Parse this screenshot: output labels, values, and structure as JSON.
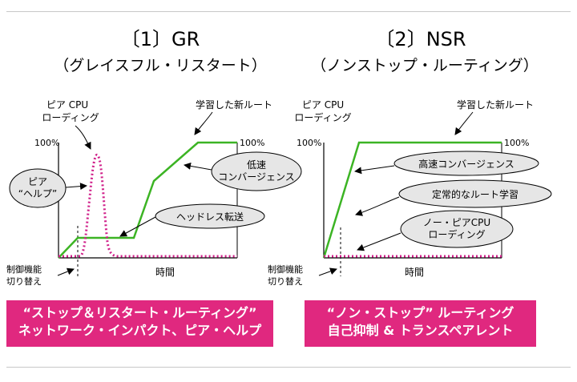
{
  "gr": {
    "title": "〔1〕GR",
    "subtitle": "（グレイスフル・リスタート）",
    "peer_cpu_line1": "ピア CPU",
    "peer_cpu_line2": "ローディング",
    "learned_route": "学習した新ルート",
    "y_max": "100%",
    "peer_help_line1": "ピア",
    "peer_help_line2": "“ヘルプ”",
    "slow_conv_line1": "低速",
    "slow_conv_line2": "コンバージェンス",
    "headless": "ヘッドレス転送",
    "time": "時間",
    "switch_line1": "制御機能",
    "switch_line2": "切り替え",
    "banner_line1": "“ストップ＆リスタート・ルーティング”",
    "banner_line2": "ネットワーク・インパクト、ピア・ヘルプ"
  },
  "nsr": {
    "title": "〔2〕NSR",
    "subtitle": "（ノンストップ・ルーティング）",
    "peer_cpu_line1": "ピア CPU",
    "peer_cpu_line2": "ローディング",
    "learned_route": "学習した新ルート",
    "y_max": "100%",
    "fast_conv": "高速コンバージェンス",
    "steady_learning": "定常的なルート学習",
    "no_peer_line1": "ノー・ピアCPU",
    "no_peer_line2": "ローディング",
    "time": "時間",
    "switch_line1": "制御機能",
    "switch_line2": "切り替え",
    "banner_line1": "“ノン・ストップ” ルーティング",
    "banner_line2": "自己抑制 & トランスペアレント"
  },
  "colors": {
    "green": "#3cb424",
    "magenta": "#d0208a",
    "banner": "#e0287f",
    "bubble": "#e6e6e6"
  }
}
